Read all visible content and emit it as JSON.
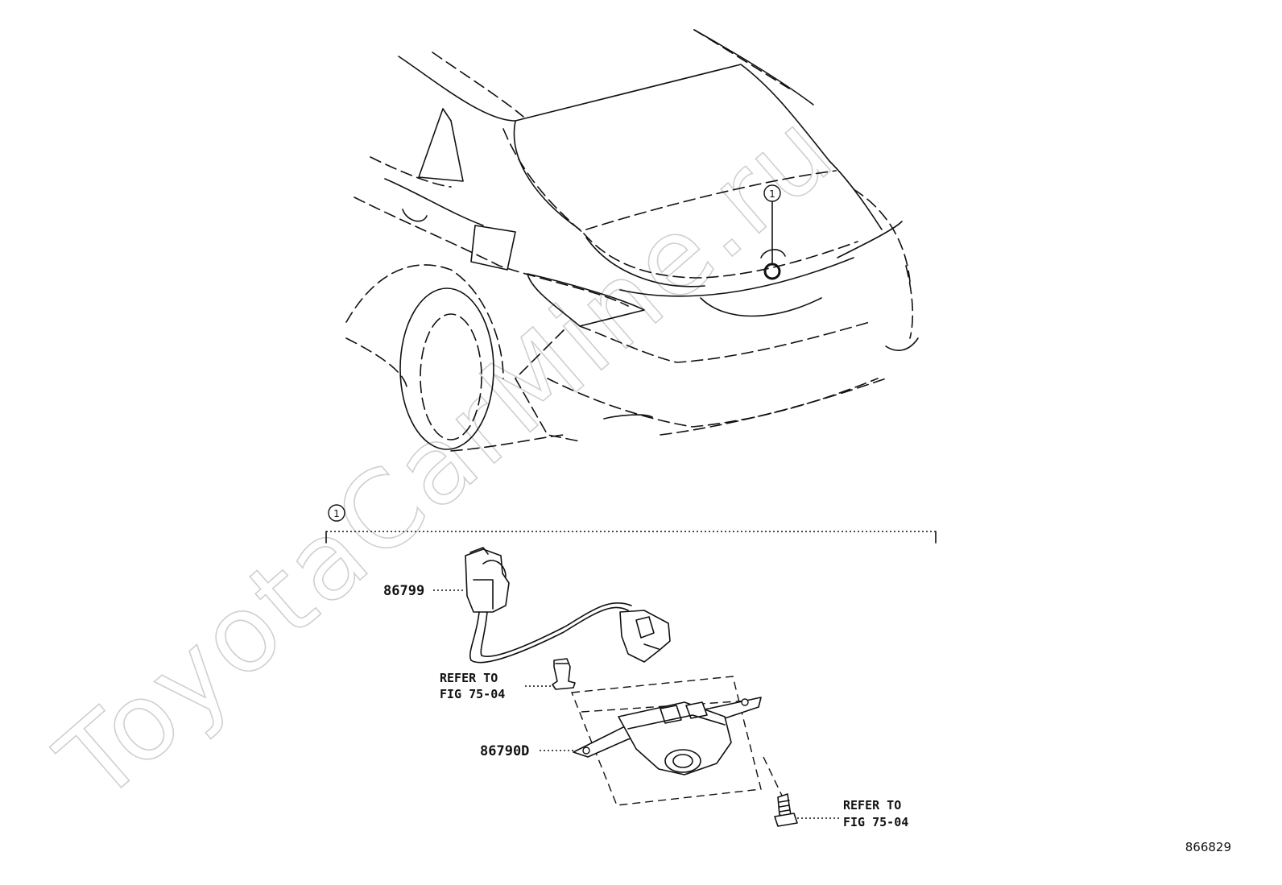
{
  "watermark": "ToyotaCarMine.ru",
  "callout_number": "1",
  "group_callout_number": "1",
  "parts": [
    {
      "number": "86799",
      "description": ""
    },
    {
      "number": "86790D",
      "description": ""
    }
  ],
  "references": [
    {
      "line1": "REFER TO",
      "line2": "FIG 75-04"
    },
    {
      "line1": "REFER TO",
      "line2": "FIG 75-04"
    }
  ],
  "illustration_id": "866829"
}
